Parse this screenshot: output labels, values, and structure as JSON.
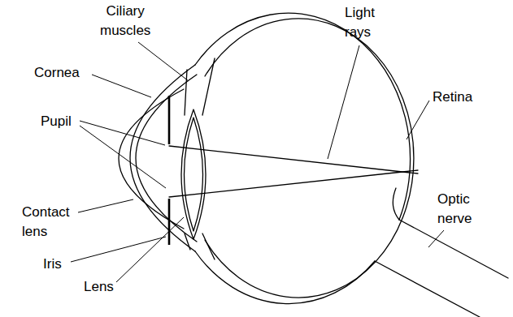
{
  "diagram": {
    "labels": [
      "Ciliary muscles",
      "Light rays",
      "Cornea",
      "Pupil",
      "Retina",
      "Optic nerve",
      "Contact lens",
      "Iris",
      "Lens"
    ]
  }
}
